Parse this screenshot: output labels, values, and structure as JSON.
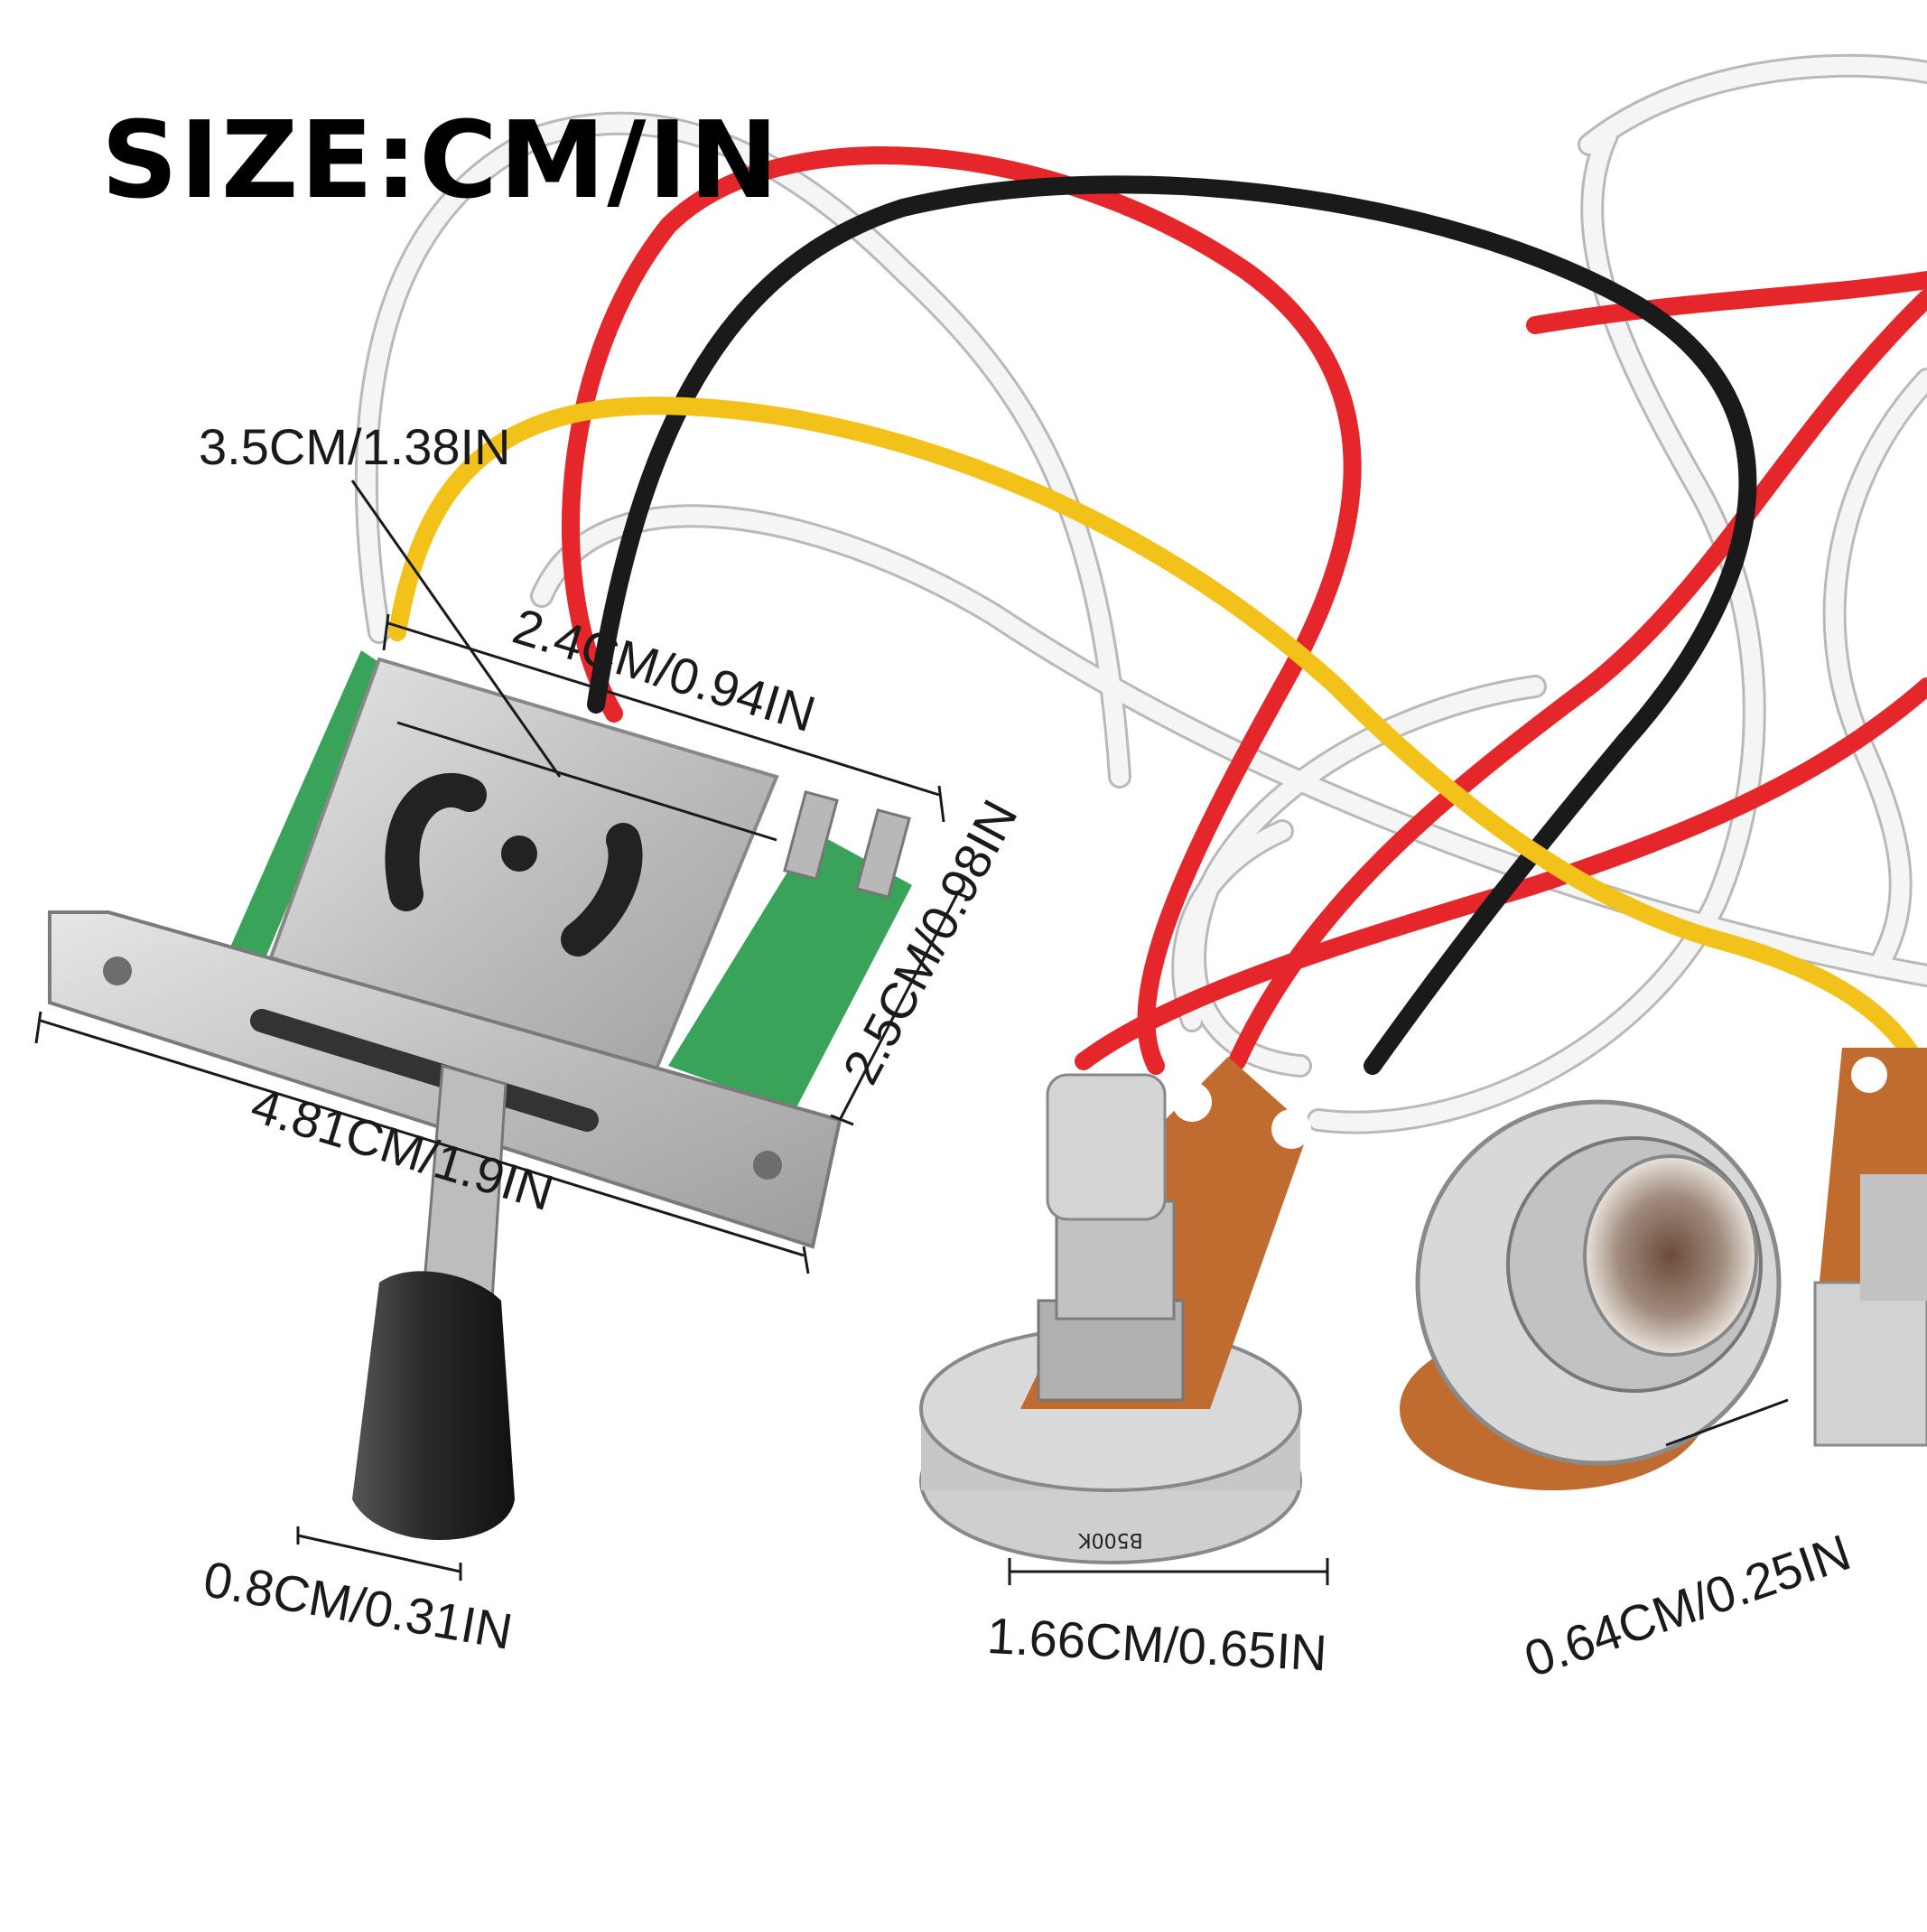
{
  "title": "SIZE:CM/IN",
  "dimensions": {
    "plate_depth": "3.5CM/1.38IN",
    "body_width": "2.4CM/0.94IN",
    "body_height": "2.5CM/0.98IN",
    "plate_length": "4.81CM/1.9IN",
    "knob_width": "0.8CM/0.31IN",
    "pot_diameter": "1.66CM/0.65IN",
    "jack_opening": "0.64CM/0.25IN"
  },
  "pot_print": "B500K",
  "colors": {
    "wire_white": "#f4f4f4",
    "wire_red": "#e5262a",
    "wire_black": "#1a1a1a",
    "wire_yellow": "#f2c21a",
    "metal": "#c9c9c9",
    "pcb_green": "#3aa35a",
    "knob": "#2e2e2e",
    "pot_brown": "#c06b30"
  }
}
